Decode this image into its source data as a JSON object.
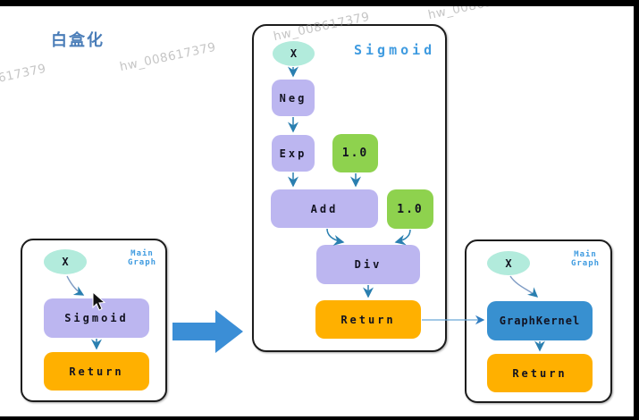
{
  "title": "白盒化",
  "watermark": {
    "text": "hw_008617379",
    "partial_text": "8617379"
  },
  "colors": {
    "input_node": "#b2ebdc",
    "op_node": "#bcb6f0",
    "const_node": "#8ed24e",
    "return_node": "#ffb000",
    "kernel_node": "#3890d0",
    "edge": "#2a7fb0",
    "link_edge": "#6aa7d8",
    "big_arrow": "#3b8ed6",
    "blue_text": "#3f9be0",
    "title_text": "#4a7db8"
  },
  "left_graph": {
    "label_line1": "Main",
    "label_line2": "Graph",
    "input": "X",
    "op": "Sigmoid",
    "return": "Return"
  },
  "sigmoid_graph": {
    "title": "Sigmoid",
    "input": "X",
    "neg": "Neg",
    "exp": "Exp",
    "const1": "1.0",
    "add": "Add",
    "const2": "1.0",
    "div": "Div",
    "return": "Return"
  },
  "right_graph": {
    "label_line1": "Main",
    "label_line2": "Graph",
    "input": "X",
    "op": "GraphKernel",
    "return": "Return"
  }
}
